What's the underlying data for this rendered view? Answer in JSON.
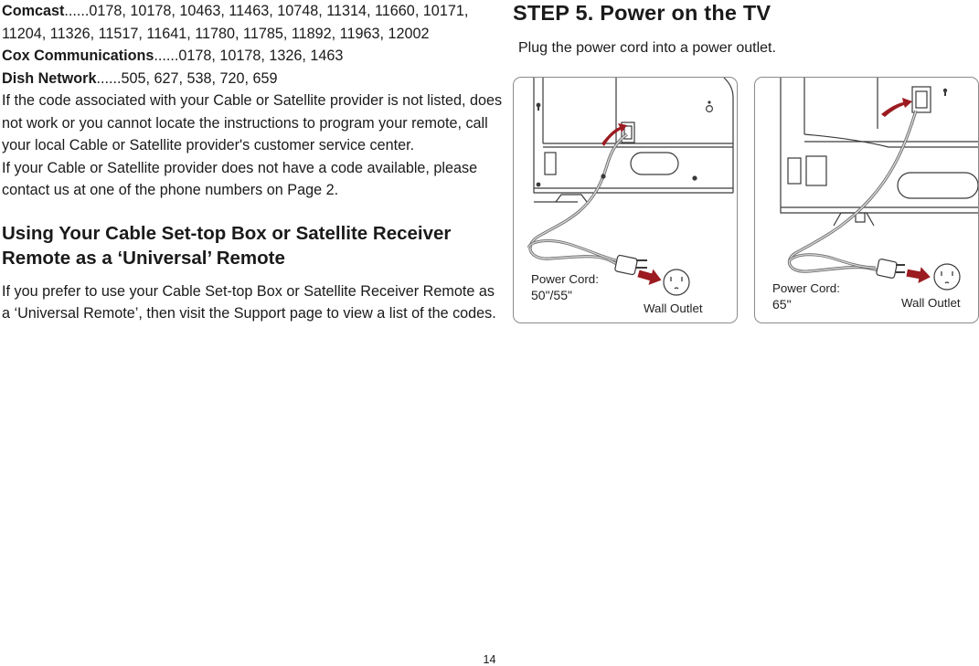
{
  "provider_codes": {
    "comcast_name": "Comcast",
    "comcast_codes": "......0178, 10178, 10463, 11463, 10748, 11314, 11660, 10171, 11204, 11326, 11517, 11641, 11780, 11785, 11892, 11963, 12002",
    "cox_name": "Cox Communications",
    "cox_codes": "......0178, 10178, 1326, 1463",
    "dish_name": "Dish Network",
    "dish_codes": "......505, 627, 538, 720, 659"
  },
  "paragraph_not_listed": "If the code associated with your Cable or Satellite provider is not listed, does not work or you cannot locate the instructions to program your remote, call your local Cable or Satellite provider's customer service center.",
  "paragraph_no_code": "If your Cable or Satellite provider does not have a code available, please contact us at one of the phone numbers on Page 2.",
  "universal_section": {
    "heading": "Using Your Cable Set-top Box or Satellite Receiver Remote as a ‘Universal’ Remote",
    "body": "If you prefer to use your Cable Set-top Box or Satellite Receiver Remote as a ‘Universal Remote’, then visit the Support page to view a list of the codes."
  },
  "step5": {
    "title": "STEP 5. Power on the TV",
    "instruction": "Plug the power cord into a power outlet."
  },
  "diagram_1": {
    "cord_label": "Power Cord:",
    "cord_model": "50\"/55\"",
    "outlet_label": "Wall Outlet"
  },
  "diagram_2": {
    "cord_label": "Power Cord:",
    "cord_model": "65\"",
    "outlet_label": "Wall Outlet"
  },
  "colors": {
    "arrow": "#9b1b20",
    "line": "#3a3a3a",
    "frame": "#8a8a8a"
  },
  "page_number": "14"
}
